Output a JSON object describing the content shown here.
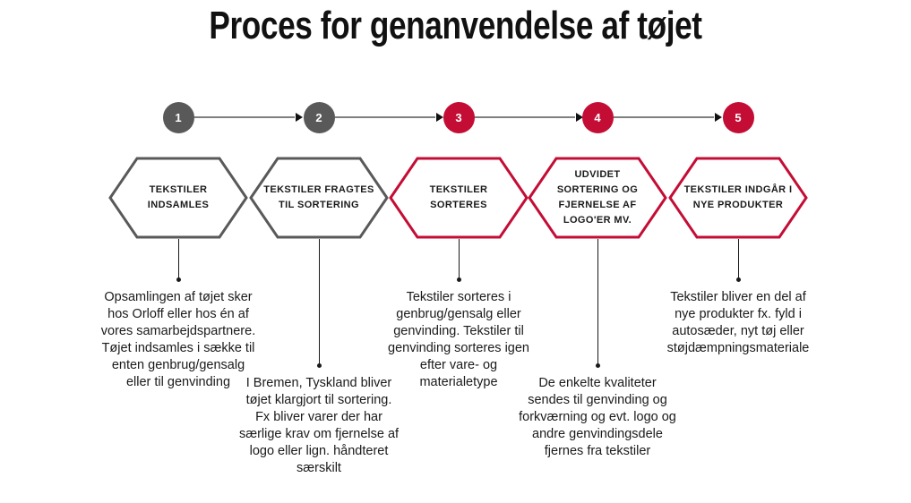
{
  "title": "Proces for genanvendelse af tøjet",
  "colors": {
    "gray": "#595959",
    "red": "#c40d35",
    "line": "#7f7f7f",
    "text": "#1a1a1a"
  },
  "steps": [
    {
      "number": "1",
      "theme": "gray",
      "label": "TEKSTILER\nINDSAMLES",
      "description": "Opsamlingen af tøjet sker\nhos Orloff eller hos én af\nvores samarbejdspartnere.\nTøjet indsamles i sække til\nenten genbrug/gensalg\neller til genvinding"
    },
    {
      "number": "2",
      "theme": "gray",
      "label": "TEKSTILER FRAGTES\nTIL SORTERING",
      "description": "I Bremen, Tyskland bliver\ntøjet klargjort til sortering.\nFx bliver varer der har\nsærlige krav om fjernelse af\nlogo eller lign. håndteret\nsærskilt"
    },
    {
      "number": "3",
      "theme": "red",
      "label": "TEKSTILER\nSORTERES",
      "description": "Tekstiler sorteres i\ngenbrug/gensalg eller\ngenvinding. Tekstiler til\ngenvinding sorteres igen\nefter vare- og\nmaterialetype"
    },
    {
      "number": "4",
      "theme": "red",
      "label": "UDVIDET\nSORTERING OG\nFJERNELSE AF\nLOGO'ER MV.",
      "description": "De enkelte kvaliteter\nsendes til genvinding og\nforkværning og evt. logo og\nandre genvindingsdele\nfjernes fra tekstiler"
    },
    {
      "number": "5",
      "theme": "red",
      "label": "TEKSTILER INDGÅR I\nNYE PRODUKTER",
      "description": "Tekstiler bliver en del af\nnye produkter fx. fyld i\nautosæder, nyt tøj eller\nstøjdæmpningsmateriale"
    }
  ]
}
